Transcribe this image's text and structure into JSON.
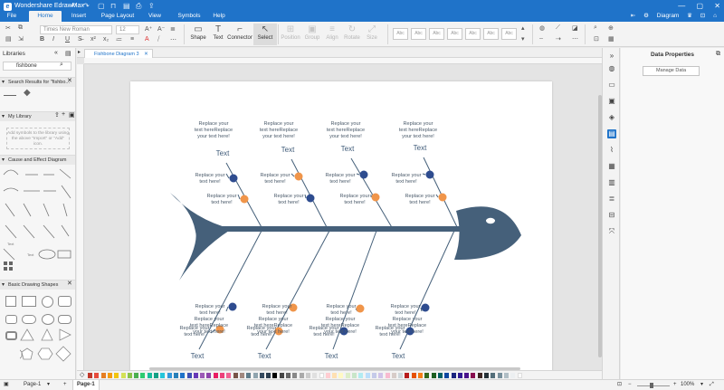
{
  "app": {
    "title": "Wondershare EdrawMax",
    "menu_tabs": [
      "File",
      "Home",
      "Insert",
      "Page Layout",
      "View",
      "Symbols",
      "Help"
    ],
    "active_tab": "Home",
    "user_label": "Diagram"
  },
  "ribbon": {
    "font_name": "Times New Roman",
    "font_size": "12",
    "tools": [
      {
        "label": "Shape",
        "glyph": "▭"
      },
      {
        "label": "Text",
        "glyph": "T"
      },
      {
        "label": "Connector",
        "glyph": "⌐"
      },
      {
        "label": "Select",
        "glyph": "↖"
      }
    ],
    "arrange_tools": [
      {
        "label": "Position",
        "glyph": "⊞"
      },
      {
        "label": "Group",
        "glyph": "▣"
      },
      {
        "label": "Align",
        "glyph": "≡"
      },
      {
        "label": "Rotate",
        "glyph": "↻"
      },
      {
        "label": "Size",
        "glyph": "⤢"
      }
    ],
    "style_sample": "Abc"
  },
  "libraries": {
    "title": "Libraries",
    "search_value": "fishbone",
    "sections": {
      "search_results": "Search Results for \"fishbo...",
      "my_library": "My Library",
      "my_library_note": "Add symbols to the library using the above \"Import\" or \"Add\" icon.",
      "cause_effect": "Cause and Effect Diagram",
      "basic_shapes": "Basic Drawing Shapes"
    }
  },
  "document": {
    "tab_label": "Fishbone Diagram 3"
  },
  "diagram": {
    "cause_text": "Replace your text here!",
    "label_text": "Text",
    "top_block": [
      "Replace your",
      "text hereReplace",
      "your text here!"
    ],
    "rib_block": [
      "Replace your",
      "text here!"
    ],
    "colors": {
      "bone": "#45607a",
      "navy_dot": "#2e4c8f",
      "orange_dot": "#f0954a",
      "text": "#4a5a6a",
      "label": "#3e5a78"
    }
  },
  "palette_colors": [
    "#c0392b",
    "#e74c3c",
    "#e67e22",
    "#f39c12",
    "#f1c40f",
    "#d4e157",
    "#8bc34a",
    "#4caf50",
    "#2ecc71",
    "#1abc9c",
    "#16a085",
    "#26c6da",
    "#3498db",
    "#2980b9",
    "#1f73c9",
    "#3f51b5",
    "#673ab7",
    "#9b59b6",
    "#8e44ad",
    "#e91e63",
    "#ec407a",
    "#f06292",
    "#795548",
    "#a1887f",
    "#607d8b",
    "#90a4ae",
    "#34495e",
    "#2c3e50",
    "#000000",
    "#444444",
    "#666666",
    "#888888",
    "#aaaaaa",
    "#cccccc",
    "#e0e0e0",
    "#ffffff",
    "#ffcdd2",
    "#ffe0b2",
    "#fff9c4",
    "#dcedc8",
    "#c8e6c9",
    "#b2ebf2",
    "#bbdefb",
    "#c5cae9",
    "#d1c4e9",
    "#f8bbd0",
    "#d7ccc8",
    "#cfd8dc",
    "#b71c1c",
    "#e65100",
    "#f57f17",
    "#33691e",
    "#1b5e20",
    "#006064",
    "#0d47a1",
    "#1a237e",
    "#311b92",
    "#4a148c",
    "#880e4f",
    "#3e2723",
    "#263238",
    "#546e7a",
    "#78909c",
    "#b0bec5",
    "#eceff1",
    "#fafafa"
  ],
  "right_panel": {
    "title": "Data Properties",
    "button": "Manage Data"
  },
  "status": {
    "page_selector": "Page-1",
    "page_tab": "Page-1",
    "add_page": "+",
    "zoom": "100%"
  }
}
